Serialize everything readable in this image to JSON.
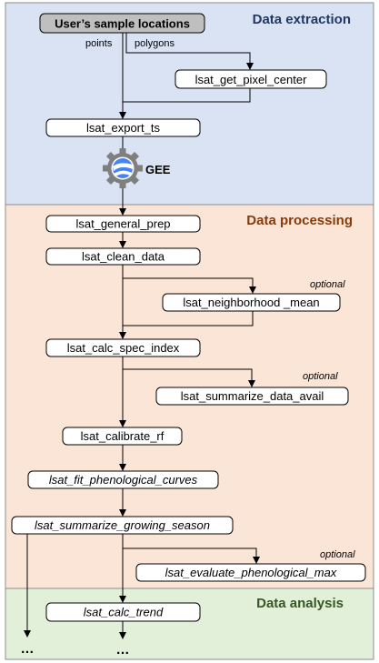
{
  "sections": {
    "extraction": {
      "title": "Data extraction",
      "fill": "#dae3f3",
      "title_color": "#1f3864"
    },
    "processing": {
      "title": "Data processing",
      "fill": "#fbe5d6",
      "title_color": "#843c0c"
    },
    "analysis": {
      "title": "Data analysis",
      "fill": "#e2f0d9",
      "title_color": "#375623"
    }
  },
  "nodes": {
    "sample_locations": "User’s sample locations",
    "get_pixel_center": "lsat_get_pixel_center",
    "export_ts": "lsat_export_ts",
    "gee": "GEE",
    "general_prep": "lsat_general_prep",
    "clean_data": "lsat_clean_data",
    "neighborhood_mean": "lsat_neighborhood _mean",
    "calc_spec_index": "lsat_calc_spec_index",
    "summarize_data_avail": "lsat_summarize_data_avail",
    "calibrate_rf": "lsat_calibrate_rf",
    "fit_phenological_curves": "lsat_fit_phenological_curves",
    "summarize_growing_season": "lsat_summarize_growing_season",
    "evaluate_phenological_max": "lsat_evaluate_phenological_max",
    "calc_trend": "lsat_calc_trend"
  },
  "labels": {
    "points": "points",
    "polygons": "polygons",
    "optional_1": "optional",
    "optional_2": "optional",
    "optional_3": "optional",
    "ellipsis_left": "…",
    "ellipsis_center": "…"
  },
  "icons": {
    "gee": "google-earth-engine-logo"
  }
}
